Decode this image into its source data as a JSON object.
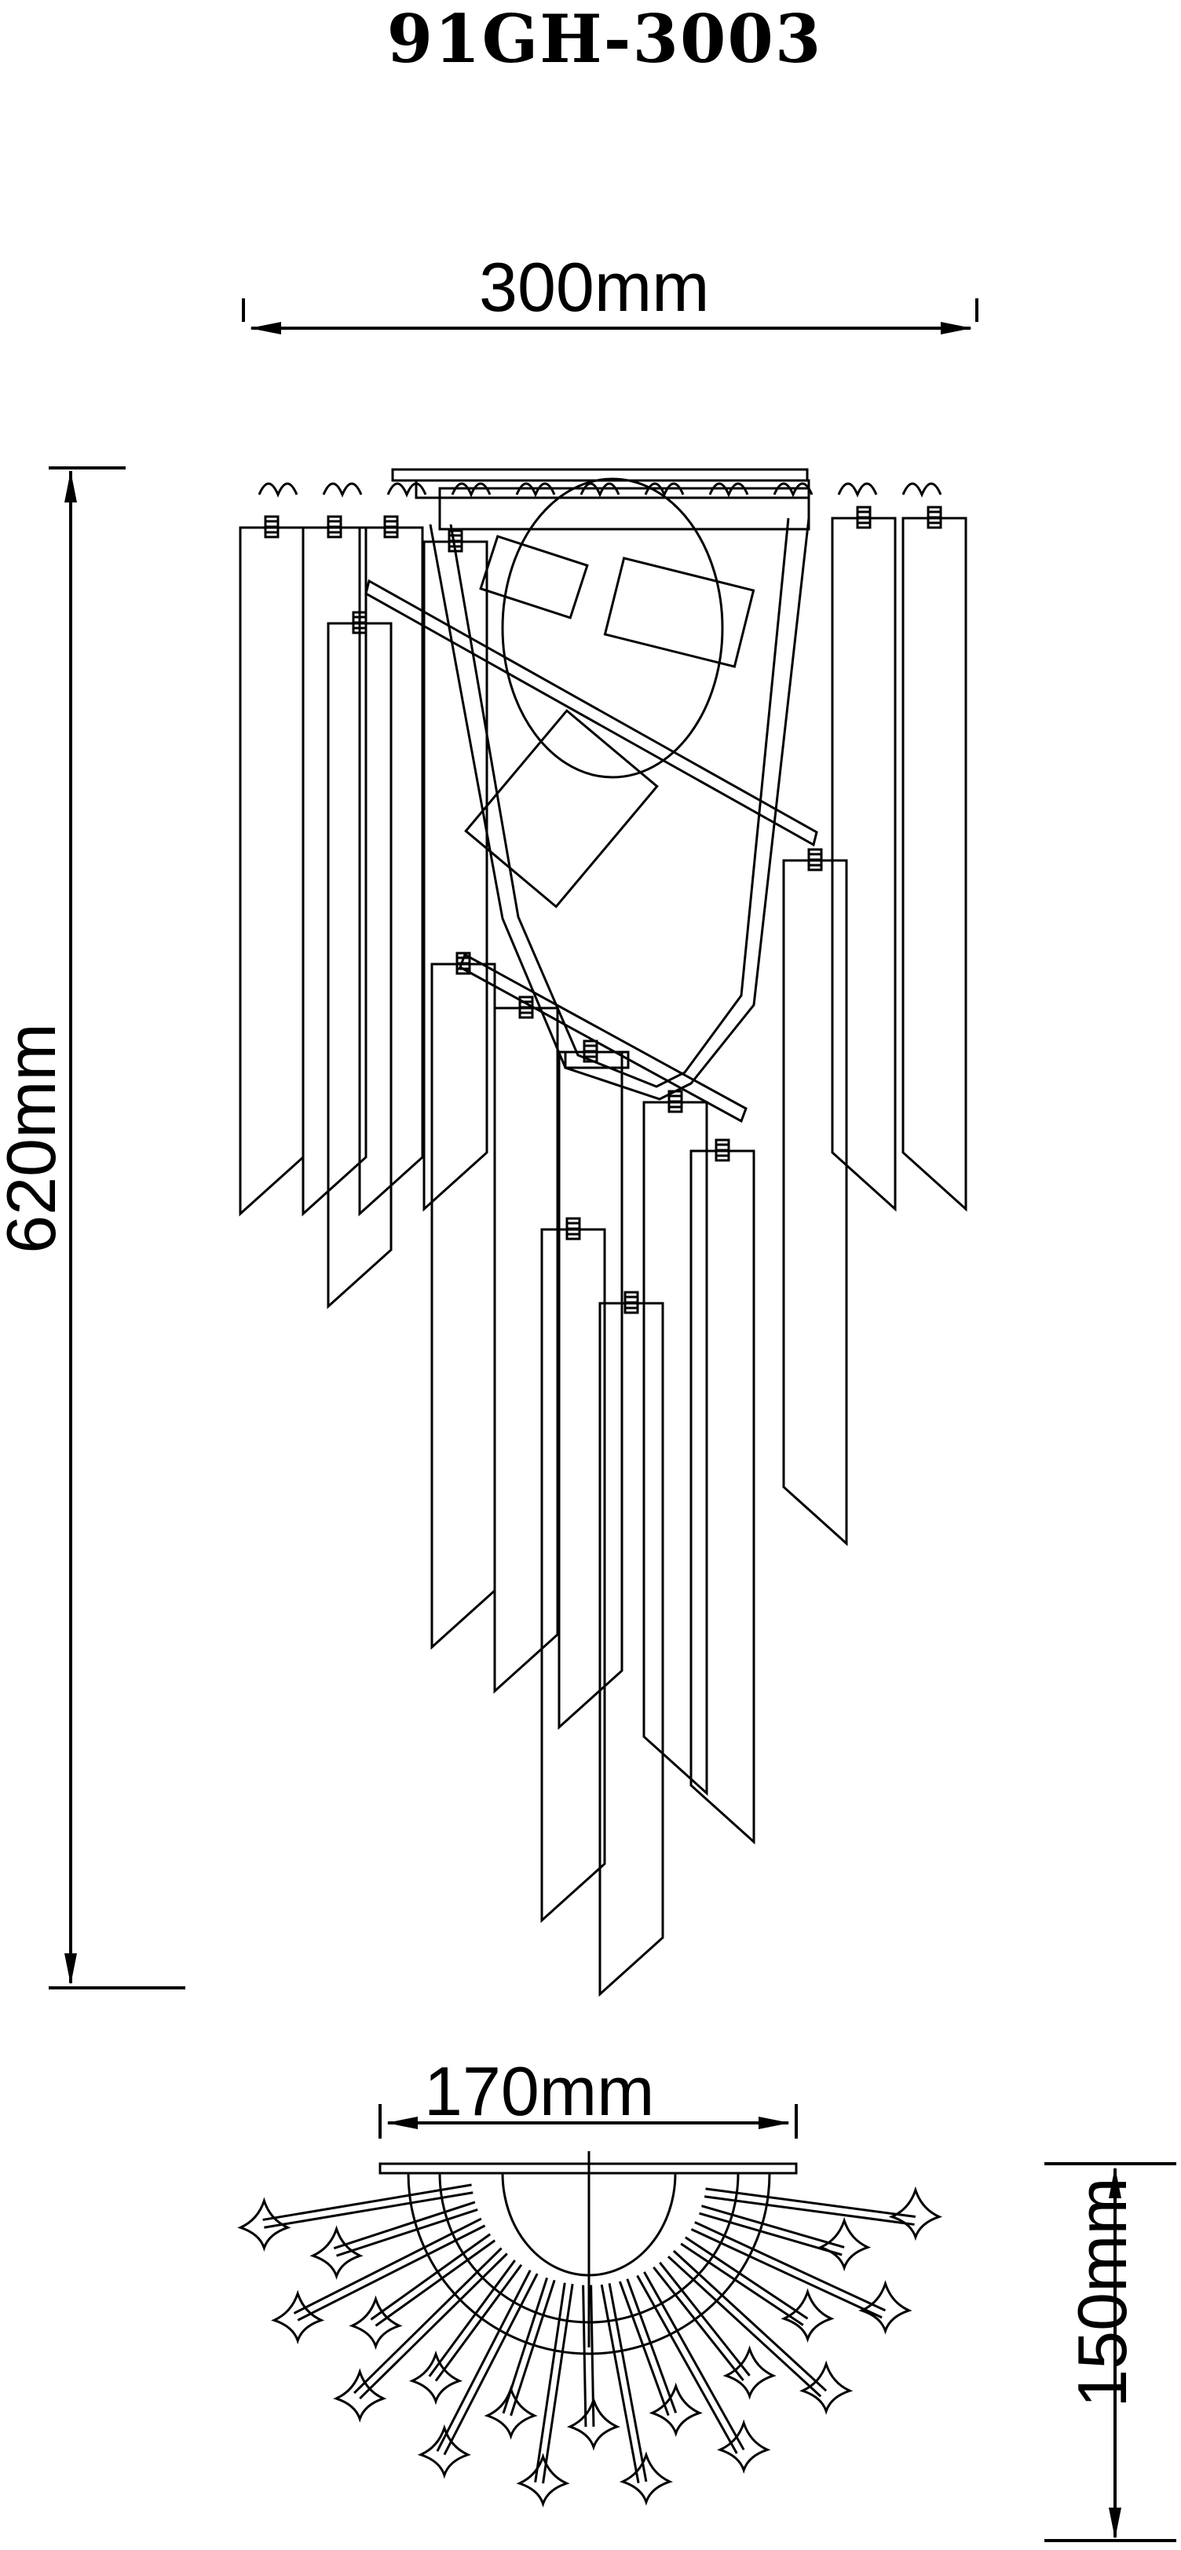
{
  "title": "91GH-3003",
  "dimensions": {
    "width_top": "300mm",
    "height_left": "620mm",
    "width_bottom": "170mm",
    "depth_right": "150mm"
  },
  "colors": {
    "line": "#000000",
    "background": "#ffffff"
  }
}
